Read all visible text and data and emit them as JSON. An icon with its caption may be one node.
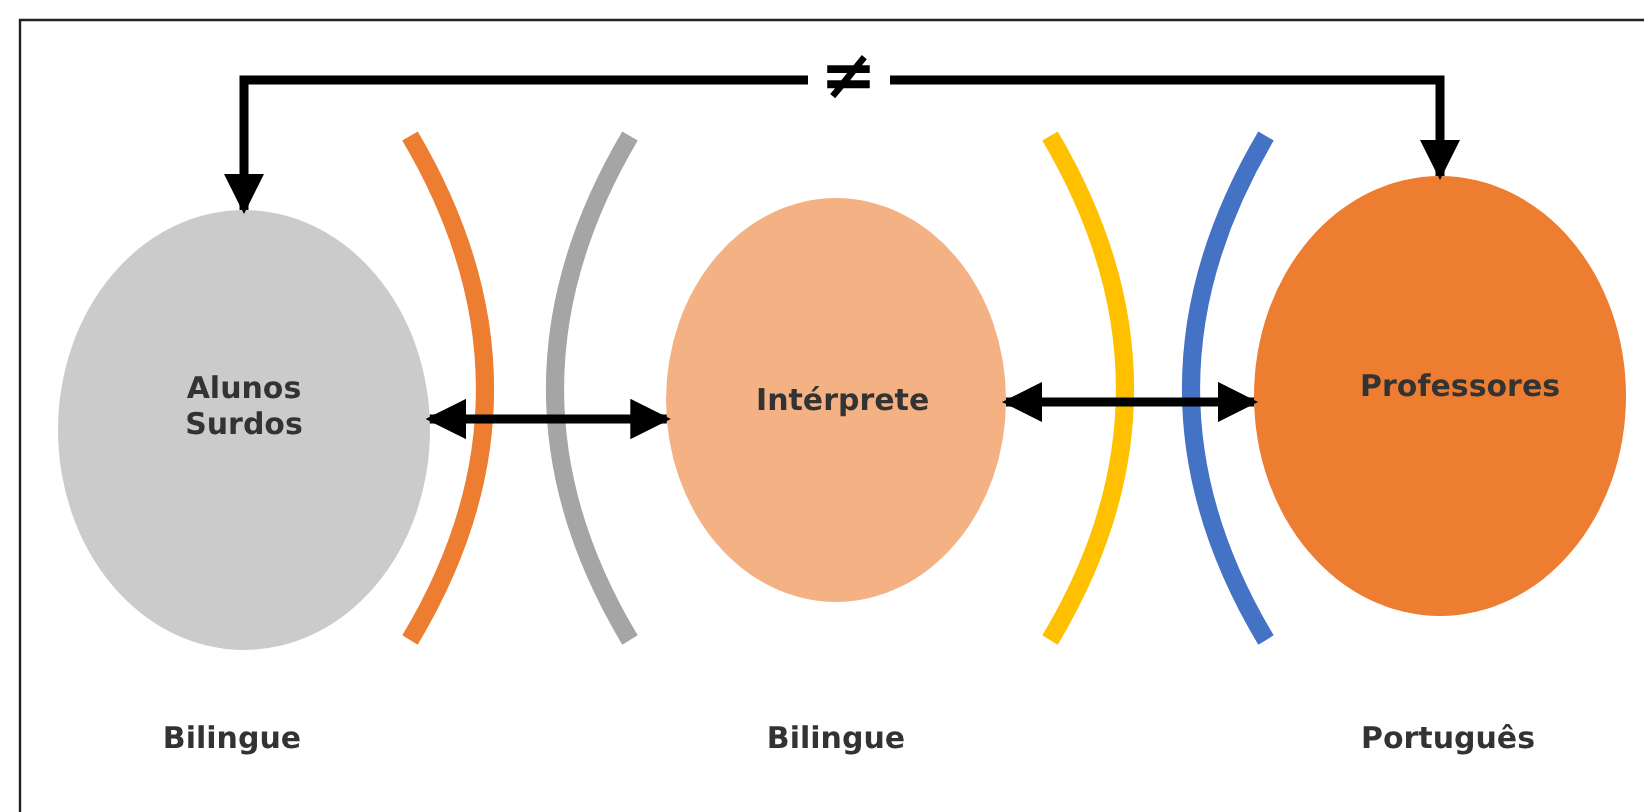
{
  "diagram": {
    "nodes": [
      {
        "text": [
          "Alunos Surdos"
        ]
      },
      {
        "text": [
          "Intérprete"
        ]
      },
      {
        "text": [
          "Professores"
        ]
      }
    ],
    "edges": [
      {
        "from": 0,
        "to": 2,
        "arrow": "both",
        "label": "≠"
      },
      {
        "from": 0,
        "to": 1,
        "arrow": "both"
      },
      {
        "from": 1,
        "to": 2,
        "arrow": "both"
      }
    ],
    "labels": [
      "Bilingue",
      "Bilingue",
      "Português"
    ]
  }
}
